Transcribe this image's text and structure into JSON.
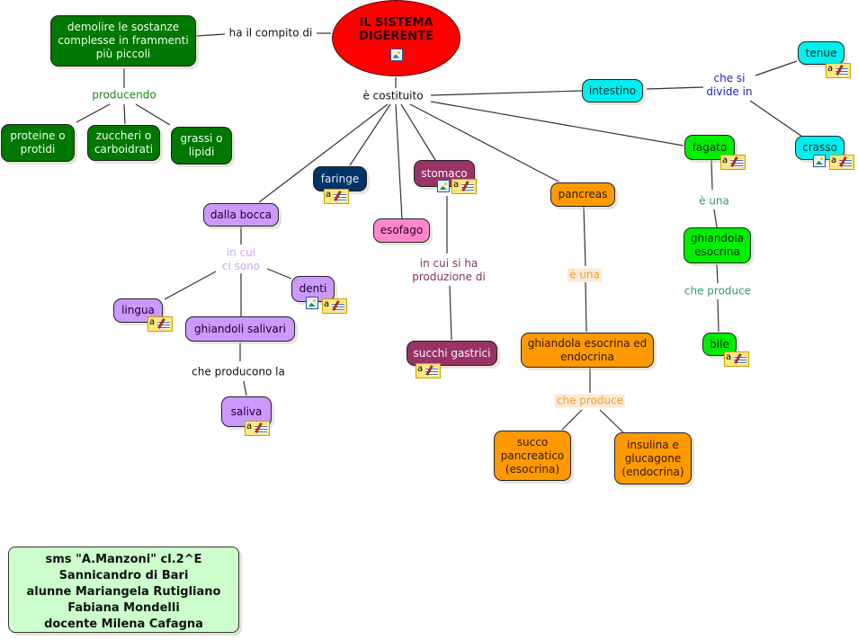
{
  "title": "IL SISTEMA\nDIGERENTE",
  "colors": {
    "dark_green": "#007700",
    "light_green": "#00ee00",
    "cyan": "#00eeee",
    "navy": "#003366",
    "plum": "#993366",
    "pink": "#ff88cc",
    "lilac": "#cc99ff",
    "orange": "#ff9900",
    "credits_bg": "#ccffcc",
    "red": "#ff0000"
  },
  "nodes": {
    "demolire": "demolire le sostanze\ncomplesse in frammenti\npiù piccoli",
    "proteine": "proteine o\nprotidi",
    "zuccheri": "zuccheri o\ncarboidrati",
    "grassi": "grassi o\nlipidi",
    "intestino": "intestino",
    "tenue": "tenue",
    "crasso": "crasso",
    "faringe": "faringe",
    "stomaco": "stomaco",
    "esofago": "esofago",
    "pancreas": "pancreas",
    "fagato": "fagato",
    "ghiandola_esocrina": "ghiandola\nesocrina",
    "bile": "bile",
    "dalla_bocca": "dalla bocca",
    "lingua": "lingua",
    "denti": "denti",
    "ghiandoli_salivari": "ghiandoli salivari",
    "saliva": "saliva",
    "succhi_gastrici": "succhi gastrici",
    "ghiandola_eso_endo": "ghiandola esocrina ed\nendocrina",
    "succo_pancreatico": "succo\npancreatico\n(esocrina)",
    "insulina": "insulina e\nglucagone\n(endocrina)"
  },
  "linking_phrases": {
    "ha_il_compito_di": "ha il compito di",
    "producendo": "producendo",
    "e_costituito": "è costituito",
    "che_si_divide_in": "che si\ndivide in",
    "in_cui_ci_sono": "in cui\nci sono",
    "che_producono_la": "che producono la",
    "in_cui_si_ha": "in cui si ha\nproduzione di",
    "e_una_pancreas": "è una",
    "che_produce_pancreas": "che produce",
    "e_una_fegato": "è una",
    "che_produce_fegato": "che produce"
  },
  "credits": [
    "sms \"A.Manzoni\" cl.2^E",
    "Sannicandro di Bari",
    "alunne Mariangela Rutigliano",
    "Fabiana Mondelli",
    "docente Milena Cafagna"
  ],
  "icons": {
    "image": "image-resource-icon",
    "note": "text-note-icon",
    "note_letter": "a"
  }
}
